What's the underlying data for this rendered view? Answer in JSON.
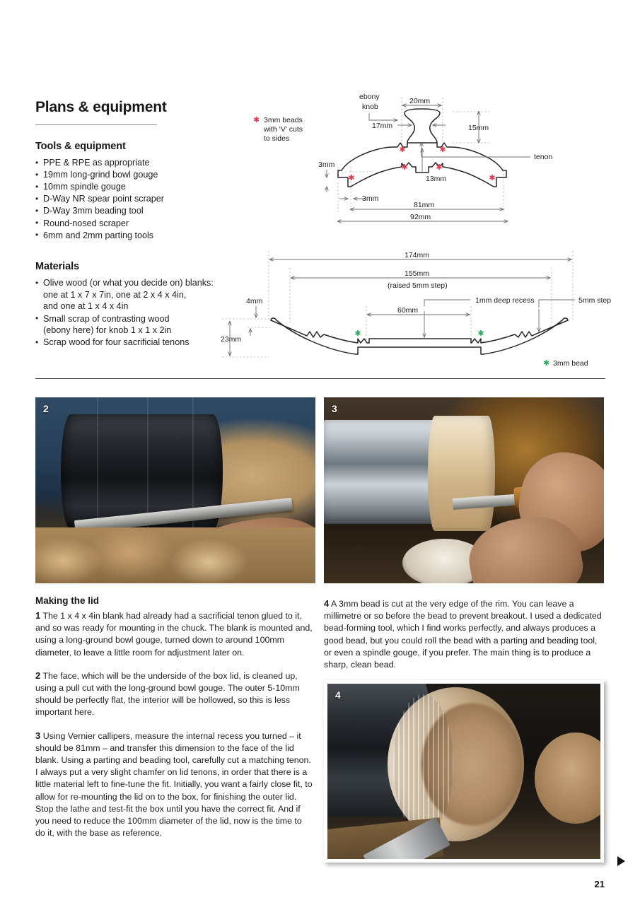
{
  "header": {
    "title": "Plans & equipment"
  },
  "tools": {
    "heading": "Tools & equipment",
    "items": [
      "PPE & RPE as appropriate",
      "19mm long-grind bowl gouge",
      "10mm spindle gouge",
      "D-Way NR spear point scraper",
      "D-Way 3mm beading tool",
      "Round-nosed scraper",
      "6mm and 2mm parting tools"
    ]
  },
  "materials": {
    "heading": "Materials",
    "items": [
      {
        "line1": "Olive wood (or what you decide on) blanks:",
        "line2": "one at 1 x 7 x 7in, one at 2 x 4 x 4in,",
        "line3": "and one at 1 x 4 x 4in"
      },
      {
        "line1": "Small scrap of contrasting wood",
        "line2": "(ebony here) for knob 1 x 1 x 2in",
        "line3": ""
      },
      {
        "line1": "Scrap wood for four sacrificial tenons",
        "line2": "",
        "line3": ""
      }
    ]
  },
  "diagram_lid": {
    "name": "lid-cross-section",
    "legend": {
      "marker": "★",
      "color": "#e03a4e",
      "line1": "3mm beads",
      "line2": "with ‘V’ cuts",
      "line3": "to sides"
    },
    "labels": {
      "ebony_knob_line1": "ebony",
      "ebony_knob_line2": "knob",
      "tenon": "tenon"
    },
    "dimensions": {
      "knob_width": "20mm",
      "knob_neck": "17mm",
      "knob_height": "15mm",
      "body_height": "13mm",
      "rim_thickness": "3mm",
      "foot_offset": "3mm",
      "tenon_diameter": "81mm",
      "overall_diameter": "92mm"
    }
  },
  "diagram_base": {
    "name": "base-cross-section",
    "legend": {
      "marker": "★",
      "color": "#2aa85a",
      "text": "3mm bead"
    },
    "labels": {
      "recess": "1mm deep recess",
      "step": "5mm step",
      "raised_note": "(raised 5mm step)"
    },
    "dimensions": {
      "overall_diameter": "174mm",
      "step_diameter": "155mm",
      "recess_diameter": "60mm",
      "wall_thickness": "4mm",
      "height": "23mm"
    }
  },
  "photos": [
    {
      "badge": "2",
      "alt": "lathe chuck with blank and shavings"
    },
    {
      "badge": "3",
      "alt": "measuring the tenon with a parting tool"
    },
    {
      "badge": "4",
      "alt": "cutting a 3mm bead at the rim of the lid"
    }
  ],
  "body": {
    "heading": "Making the lid",
    "paragraphs_left": [
      {
        "num": "1",
        "text": "The 1 x 4 x 4in blank had already had a sacrificial tenon glued to it, and so was ready for mounting in the chuck. The blank is mounted and, using a long-ground bowl gouge, turned down to around 100mm diameter, to leave a little room for adjustment later on."
      },
      {
        "num": "2",
        "text": "The face, which will be the underside of the box lid, is cleaned up, using a pull cut with the long-ground bowl gouge. The outer 5-10mm should be perfectly flat, the interior will be hollowed, so this is less important here."
      },
      {
        "num": "3",
        "text": "Using Vernier callipers, measure the internal recess you turned – it should be 81mm – and transfer this dimension to the face of the lid blank. Using a parting and beading tool, carefully cut a matching tenon. I always put a very slight chamfer on lid tenons, in order that there is a little material left to fine-tune the fit. Initially, you want a fairly close fit, to allow for re-mounting the lid on to the box, for finishing the outer lid. Stop the lathe and test-fit the box until you have the correct fit. And if you need to reduce the 100mm diameter of the lid, now is the time to do it, with the base as reference."
      }
    ],
    "paragraphs_right": [
      {
        "num": "4",
        "text": "A 3mm bead is cut at the very edge of the rim. You can leave a millimetre or so before the bead to prevent breakout. I used a dedicated bead-forming tool, which I find works perfectly, and always produces a good bead, but you could roll the bead with a parting and beading tool, or even a spindle gouge, if you prefer. The main thing is to produce a sharp, clean bead."
      }
    ]
  },
  "folio": {
    "page_number": "21"
  }
}
